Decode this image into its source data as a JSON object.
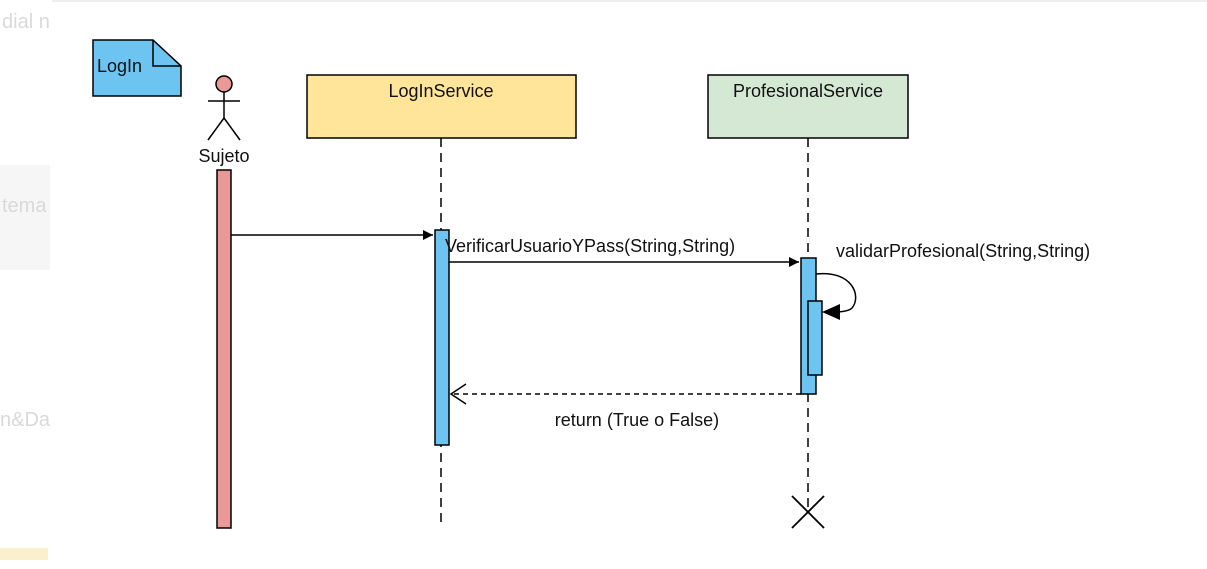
{
  "diagram": {
    "note": {
      "label": "LogIn"
    },
    "actor": {
      "label": "Sujeto"
    },
    "lifelines": [
      {
        "label": "LogInService",
        "fill": "#FFE599"
      },
      {
        "label": "ProfesionalService",
        "fill": "#D5E8D4"
      }
    ],
    "messages": [
      {
        "label": "VerificarUsuarioYPass(String,String)",
        "style": "solid"
      },
      {
        "label": "validarProfesional(String,String)",
        "style": "self-call"
      },
      {
        "label": "return (True o False)",
        "style": "dashed-return"
      }
    ],
    "colors": {
      "actor_activation": "#EA9999",
      "activation": "#6EC4F0",
      "note_fill": "#6EC4F0"
    }
  },
  "background": {
    "faint_fragments": [
      "dial n",
      "tema",
      "n&Da"
    ]
  }
}
